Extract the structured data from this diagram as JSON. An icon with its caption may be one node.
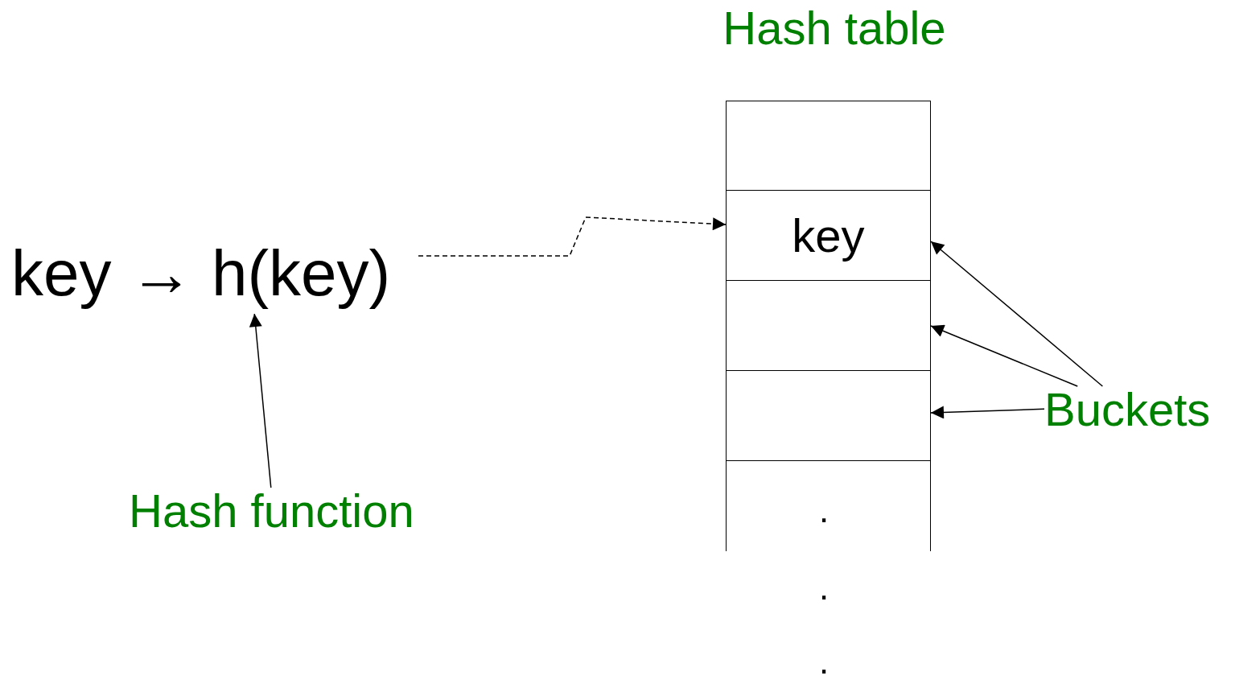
{
  "diagram": {
    "nodes": [
      {
        "text": [
          "key → h(key)"
        ]
      },
      {
        "text": [
          "Hash function"
        ]
      },
      {
        "text": [
          "Hash table"
        ]
      },
      {
        "text": [],
        "shape": "box",
        "in": 2
      },
      {
        "text": [
          "key"
        ],
        "in": 2
      },
      {
        "text": [],
        "shape": "box",
        "in": 2
      },
      {
        "text": [],
        "shape": "box",
        "in": 2
      },
      {
        "text": [],
        "shape": "box",
        "in": 2
      },
      {
        "text": [
          "Buckets"
        ]
      }
    ],
    "edges": [
      {
        "from": 0,
        "to": 4,
        "arrow": "to",
        "style": "dashed"
      },
      {
        "from": 1,
        "to": 0,
        "arrow": "to"
      },
      {
        "from": 8,
        "to": 4,
        "arrow": "to"
      },
      {
        "from": 8,
        "to": 5,
        "arrow": "to"
      },
      {
        "from": 8,
        "to": 6,
        "arrow": "to"
      }
    ],
    "labels": [
      ".",
      ".",
      "."
    ]
  }
}
